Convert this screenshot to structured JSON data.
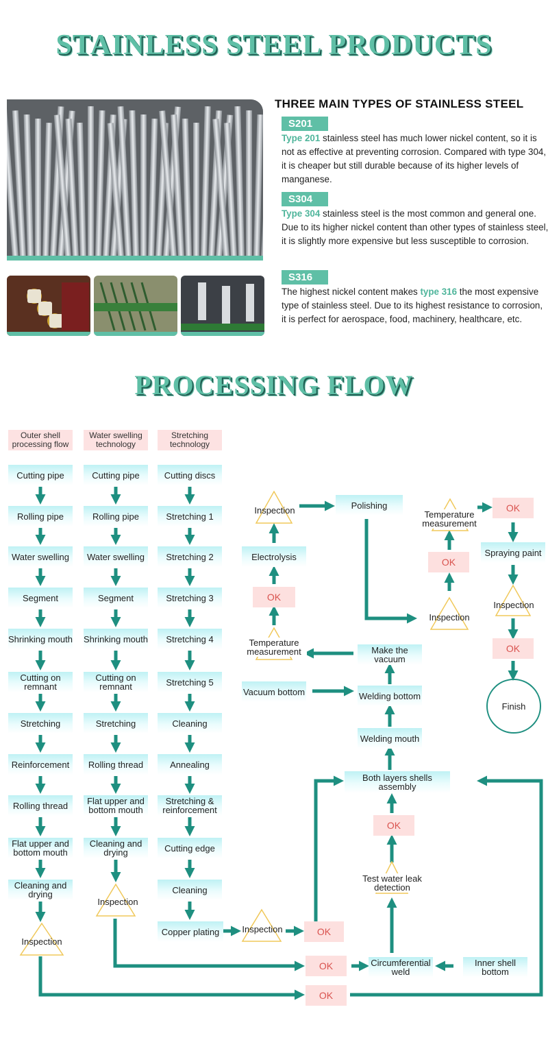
{
  "titles": {
    "products": "STAINLESS STEEL PRODUCTS",
    "flow": "PROCESSING FLOW"
  },
  "types": {
    "heading": "THREE MAIN TYPES OF STAINLESS STEEL",
    "s201": {
      "badge": "S201",
      "lead": "Type 201",
      "rest": " stainless steel has much lower nickel content, so it is not as effective at preventing corrosion. Compared with type 304, it is cheaper but still durable because of its higher levels of manganese."
    },
    "s304": {
      "badge": "S304",
      "lead": "Type 304",
      "rest": " stainless steel is the most common and general one. Due to its higher nickel content than other types of stainless steel, it is slightly more expensive but less susceptible to corrosion."
    },
    "s316": {
      "badge": "S316",
      "pre": "The highest nickel content makes ",
      "lead": "type 316",
      "rest": " the most expensive type of stainless steel. Due to its highest resistance to corrosion, it is perfect for aerospace, food, machinery, healthcare, etc."
    }
  },
  "columns": {
    "outer": {
      "header": "Outer shell processing flow",
      "steps": [
        "Cutting pipe",
        "Rolling pipe",
        "Water swelling",
        "Segment",
        "Shrinking mouth",
        "Cutting on remnant",
        "Stretching",
        "Reinforcement",
        "Rolling thread",
        "Flat upper and bottom mouth",
        "Cleaning and drying"
      ],
      "inspection": "Inspection"
    },
    "water": {
      "header": "Water swelling technology",
      "steps": [
        "Cutting pipe",
        "Rolling pipe",
        "Water swelling",
        "Segment",
        "Shrinking mouth",
        "Cutting on remnant",
        "Stretching",
        "Rolling thread",
        "Flat upper and bottom mouth",
        "Cleaning and drying"
      ],
      "inspection": "Inspection"
    },
    "stretch": {
      "header": "Stretching technology",
      "steps": [
        "Cutting discs",
        "Stretching 1",
        "Stretching 2",
        "Stretching 3",
        "Stretching 4",
        "Stretching 5",
        "Cleaning",
        "Annealing",
        "Stretching & reinforcement",
        "Cutting edge",
        "Cleaning",
        "Copper plating"
      ],
      "inspection": "Inspection"
    }
  },
  "assembly": {
    "ok": "OK",
    "circumferential_weld": "Circumferential weld",
    "inner_shell_bottom": "Inner shell bottom",
    "test_water_leak": "Test water leak detection",
    "both_layers": "Both layers shells assembly",
    "welding_mouth": "Welding mouth",
    "welding_bottom": "Welding bottom",
    "vacuum_bottom": "Vacuum bottom",
    "make_vacuum": "Make the vacuum",
    "temp_measurement": "Temperature measurement",
    "electrolysis": "Electrolysis",
    "inspection": "Inspection",
    "polishing": "Polishing",
    "spraying_paint": "Spraying paint",
    "finish": "Finish"
  },
  "colors": {
    "teal": "#1e8f80",
    "accent": "#5fbfa6",
    "triangle": "#f0c85a"
  },
  "photos": [
    "stainless-steel-pipes-photo",
    "factory-machine-photo-1",
    "factory-machine-photo-2",
    "factory-machine-photo-3"
  ]
}
